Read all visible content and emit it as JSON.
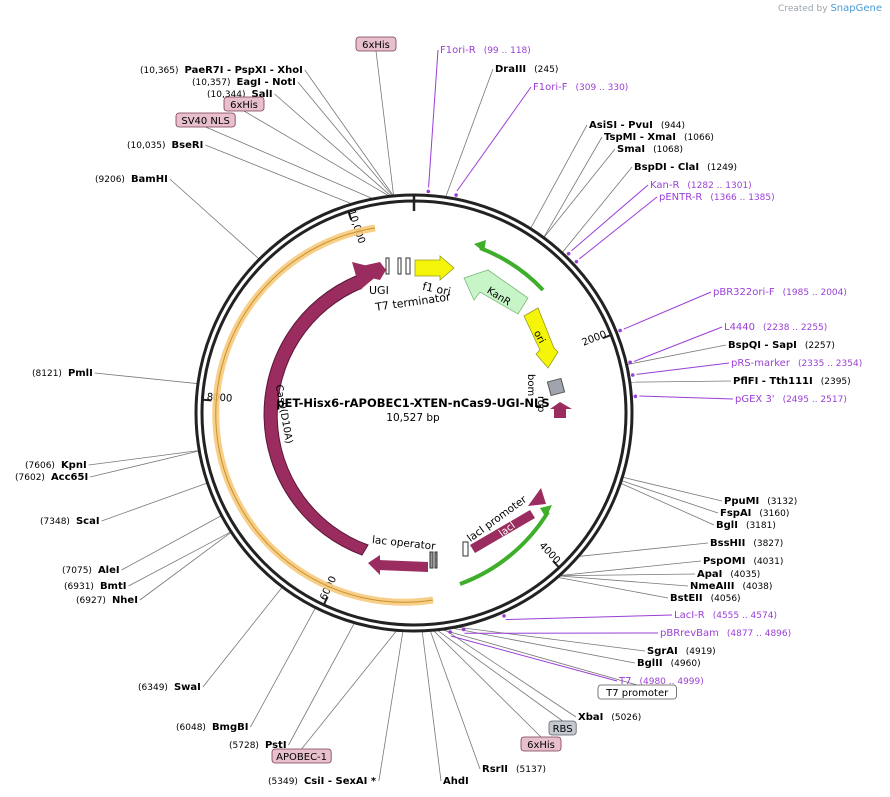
{
  "app": {
    "credit": "Created by",
    "brand": "SnapGene"
  },
  "map": {
    "title": "pET-Hisx6-rAPOBEC1-XTEN-nCas9-UGI-NLS",
    "length_label": "10,527 bp",
    "total_bp": 10527,
    "ticks": [
      {
        "bp": 2000,
        "label": "2000"
      },
      {
        "bp": 4000,
        "label": "4000"
      },
      {
        "bp": 6000,
        "label": "6000"
      },
      {
        "bp": 8000,
        "label": "8000"
      },
      {
        "bp": 10000,
        "label": "10,000"
      }
    ],
    "colors": {
      "magenta_feature": "#9b2c5f",
      "origin_yellow": "#f5f50a",
      "kanr_green": "#c8f5c8",
      "orf_green": "#3fae2a",
      "cds_orange": "#f7ca7c",
      "primer_purple": "#9b3fd6",
      "grey_box": "#a0a4ad"
    }
  },
  "features": {
    "ugi": "UGI",
    "t7_terminator": "T7 terminator",
    "f1_ori": "f1 ori",
    "kanr": "KanR",
    "ori": "ori",
    "bom": "bom",
    "rop": "rop",
    "cas9": "Cas9(D10A)",
    "lac_operator": "lac operator",
    "laci_promoter": "lacI promoter",
    "laci": "lacI"
  },
  "enzymes": [
    {
      "n": "PaeR7I  - PspXI  - XhoI",
      "p": "(10,365)",
      "bp": 10365
    },
    {
      "n": "EagI  - NotI",
      "p": "(10,357)",
      "bp": 10357
    },
    {
      "n": "SalI",
      "p": "(10,344)",
      "bp": 10344
    },
    {
      "n": "BseRI",
      "p": "(10,035)",
      "bp": 10035
    },
    {
      "n": "BamHI",
      "p": "(9206)",
      "bp": 9206
    },
    {
      "n": "PmlI",
      "p": "(8121)",
      "bp": 8121
    },
    {
      "n": "KpnI",
      "p": "(7606)",
      "bp": 7606
    },
    {
      "n": "Acc65I",
      "p": "(7602)",
      "bp": 7602
    },
    {
      "n": "ScaI",
      "p": "(7348)",
      "bp": 7348
    },
    {
      "n": "AleI",
      "p": "(7075)",
      "bp": 7075
    },
    {
      "n": "BmtI",
      "p": "(6931)",
      "bp": 6931
    },
    {
      "n": "NheI",
      "p": "(6927)",
      "bp": 6927
    },
    {
      "n": "SwaI",
      "p": "(6349)",
      "bp": 6349
    },
    {
      "n": "BmgBI",
      "p": "(6048)",
      "bp": 6048
    },
    {
      "n": "PstI",
      "p": "(5728)",
      "bp": 5728
    },
    {
      "n": "CsiI  - SexAI *",
      "p": "(5349)",
      "bp": 5349
    },
    {
      "n": "AhdI",
      "p": "",
      "bp": 5200
    },
    {
      "n": "RsrII",
      "p": "(5137)",
      "bp": 5137
    },
    {
      "n": "XbaI",
      "p": "(5026)",
      "bp": 5026
    },
    {
      "n": "BglII",
      "p": "(4960)",
      "bp": 4960
    },
    {
      "n": "SgrAI",
      "p": "(4919)",
      "bp": 4919
    },
    {
      "n": "BstEII",
      "p": "(4056)",
      "bp": 4056
    },
    {
      "n": "NmeAIII",
      "p": "(4038)",
      "bp": 4038
    },
    {
      "n": "ApaI",
      "p": "(4035)",
      "bp": 4035
    },
    {
      "n": "PspOMI",
      "p": "(4031)",
      "bp": 4031
    },
    {
      "n": "BssHII",
      "p": "(3827)",
      "bp": 3827
    },
    {
      "n": "BglI",
      "p": "(3181)",
      "bp": 3181
    },
    {
      "n": "FspAI",
      "p": "(3160)",
      "bp": 3160
    },
    {
      "n": "PpuMI",
      "p": "(3132)",
      "bp": 3132
    },
    {
      "n": "PflFI  - Tth111I",
      "p": "(2395)",
      "bp": 2395
    },
    {
      "n": "BspQI  - SapI",
      "p": "(2257)",
      "bp": 2257
    },
    {
      "n": "BspDI  - ClaI",
      "p": "(1249)",
      "bp": 1249
    },
    {
      "n": "SmaI",
      "p": "(1068)",
      "bp": 1068
    },
    {
      "n": "TspMI  - XmaI",
      "p": "(1066)",
      "bp": 1066
    },
    {
      "n": "AsiSI  - PvuI",
      "p": "(944)",
      "bp": 944
    },
    {
      "n": "DraIII",
      "p": "(245)",
      "bp": 245
    }
  ],
  "primers": [
    {
      "n": "F1ori-R",
      "r": "(99 .. 118)",
      "bp": 108
    },
    {
      "n": "F1ori-F",
      "r": "(309 .. 330)",
      "bp": 320
    },
    {
      "n": "Kan-R",
      "r": "(1282 .. 1301)",
      "bp": 1291
    },
    {
      "n": "pENTR-R",
      "r": "(1366 .. 1385)",
      "bp": 1375
    },
    {
      "n": "pBR322ori-F",
      "r": "(1985 .. 2004)",
      "bp": 1994
    },
    {
      "n": "L4440",
      "r": "(2238 .. 2255)",
      "bp": 2246
    },
    {
      "n": "pRS-marker",
      "r": "(2335 .. 2354)",
      "bp": 2344
    },
    {
      "n": "pGEX 3'",
      "r": "(2495 .. 2517)",
      "bp": 2506
    },
    {
      "n": "LacI-R",
      "r": "(4555 .. 4574)",
      "bp": 4564
    },
    {
      "n": "pBRrevBam",
      "r": "(4877 .. 4896)",
      "bp": 4886
    },
    {
      "n": "T7",
      "r": "(4980 .. 4999)",
      "bp": 4989
    }
  ],
  "boxes": [
    {
      "n": "6xHis",
      "style": "pink",
      "bp": 10370
    },
    {
      "n": "6xHis",
      "style": "pink",
      "bp": 10330
    },
    {
      "n": "SV40 NLS",
      "style": "pink",
      "bp": 10200
    },
    {
      "n": "APOBEC-1",
      "style": "pink",
      "bp": 5400
    },
    {
      "n": "6xHis",
      "style": "pink",
      "bp": 5110
    },
    {
      "n": "RBS",
      "style": "grey",
      "bp": 5080
    },
    {
      "n": "T7 promoter",
      "style": "white",
      "bp": 5040
    }
  ]
}
